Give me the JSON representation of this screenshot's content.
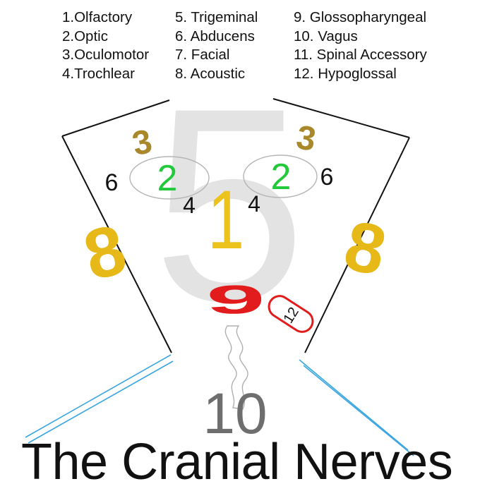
{
  "legend": {
    "column1": [
      "1.Olfactory",
      "2.Optic",
      "3.Oculomotor",
      "4.Trochlear"
    ],
    "column2": [
      "5. Trigeminal",
      "6. Abducens",
      "7. Facial",
      "8. Acoustic"
    ],
    "column3": [
      "9. Glossopharyngeal",
      "10. Vagus",
      "11. Spinal Accessory",
      "12. Hypoglossal"
    ]
  },
  "face": {
    "big_numeral": "5",
    "left_eye_number": "2",
    "right_eye_number": "2",
    "left_brow_number": "3",
    "right_brow_number": "3",
    "left_abducens": "6",
    "right_abducens": "6",
    "left_trochlear": "4",
    "right_trochlear": "4",
    "nose_number": "1",
    "left_ear_number": "8",
    "right_ear_number": "8",
    "mouth_number": "9",
    "tongue_number": "12",
    "vagus_number": "10"
  },
  "title": "The Cranial Nerves",
  "colors": {
    "trigeminal_gray": "#e3e3e3",
    "optic_green": "#22c93a",
    "oculomotor_brown": "#a8882a",
    "olfactory_yellow": "#ecc21c",
    "acoustic_yellow": "#e6b818",
    "glossopharyngeal_red": "#e21c1c",
    "vagus_gray": "#6e6e6e",
    "neck_blue": "#3aa6e0",
    "outline": "#111111"
  }
}
